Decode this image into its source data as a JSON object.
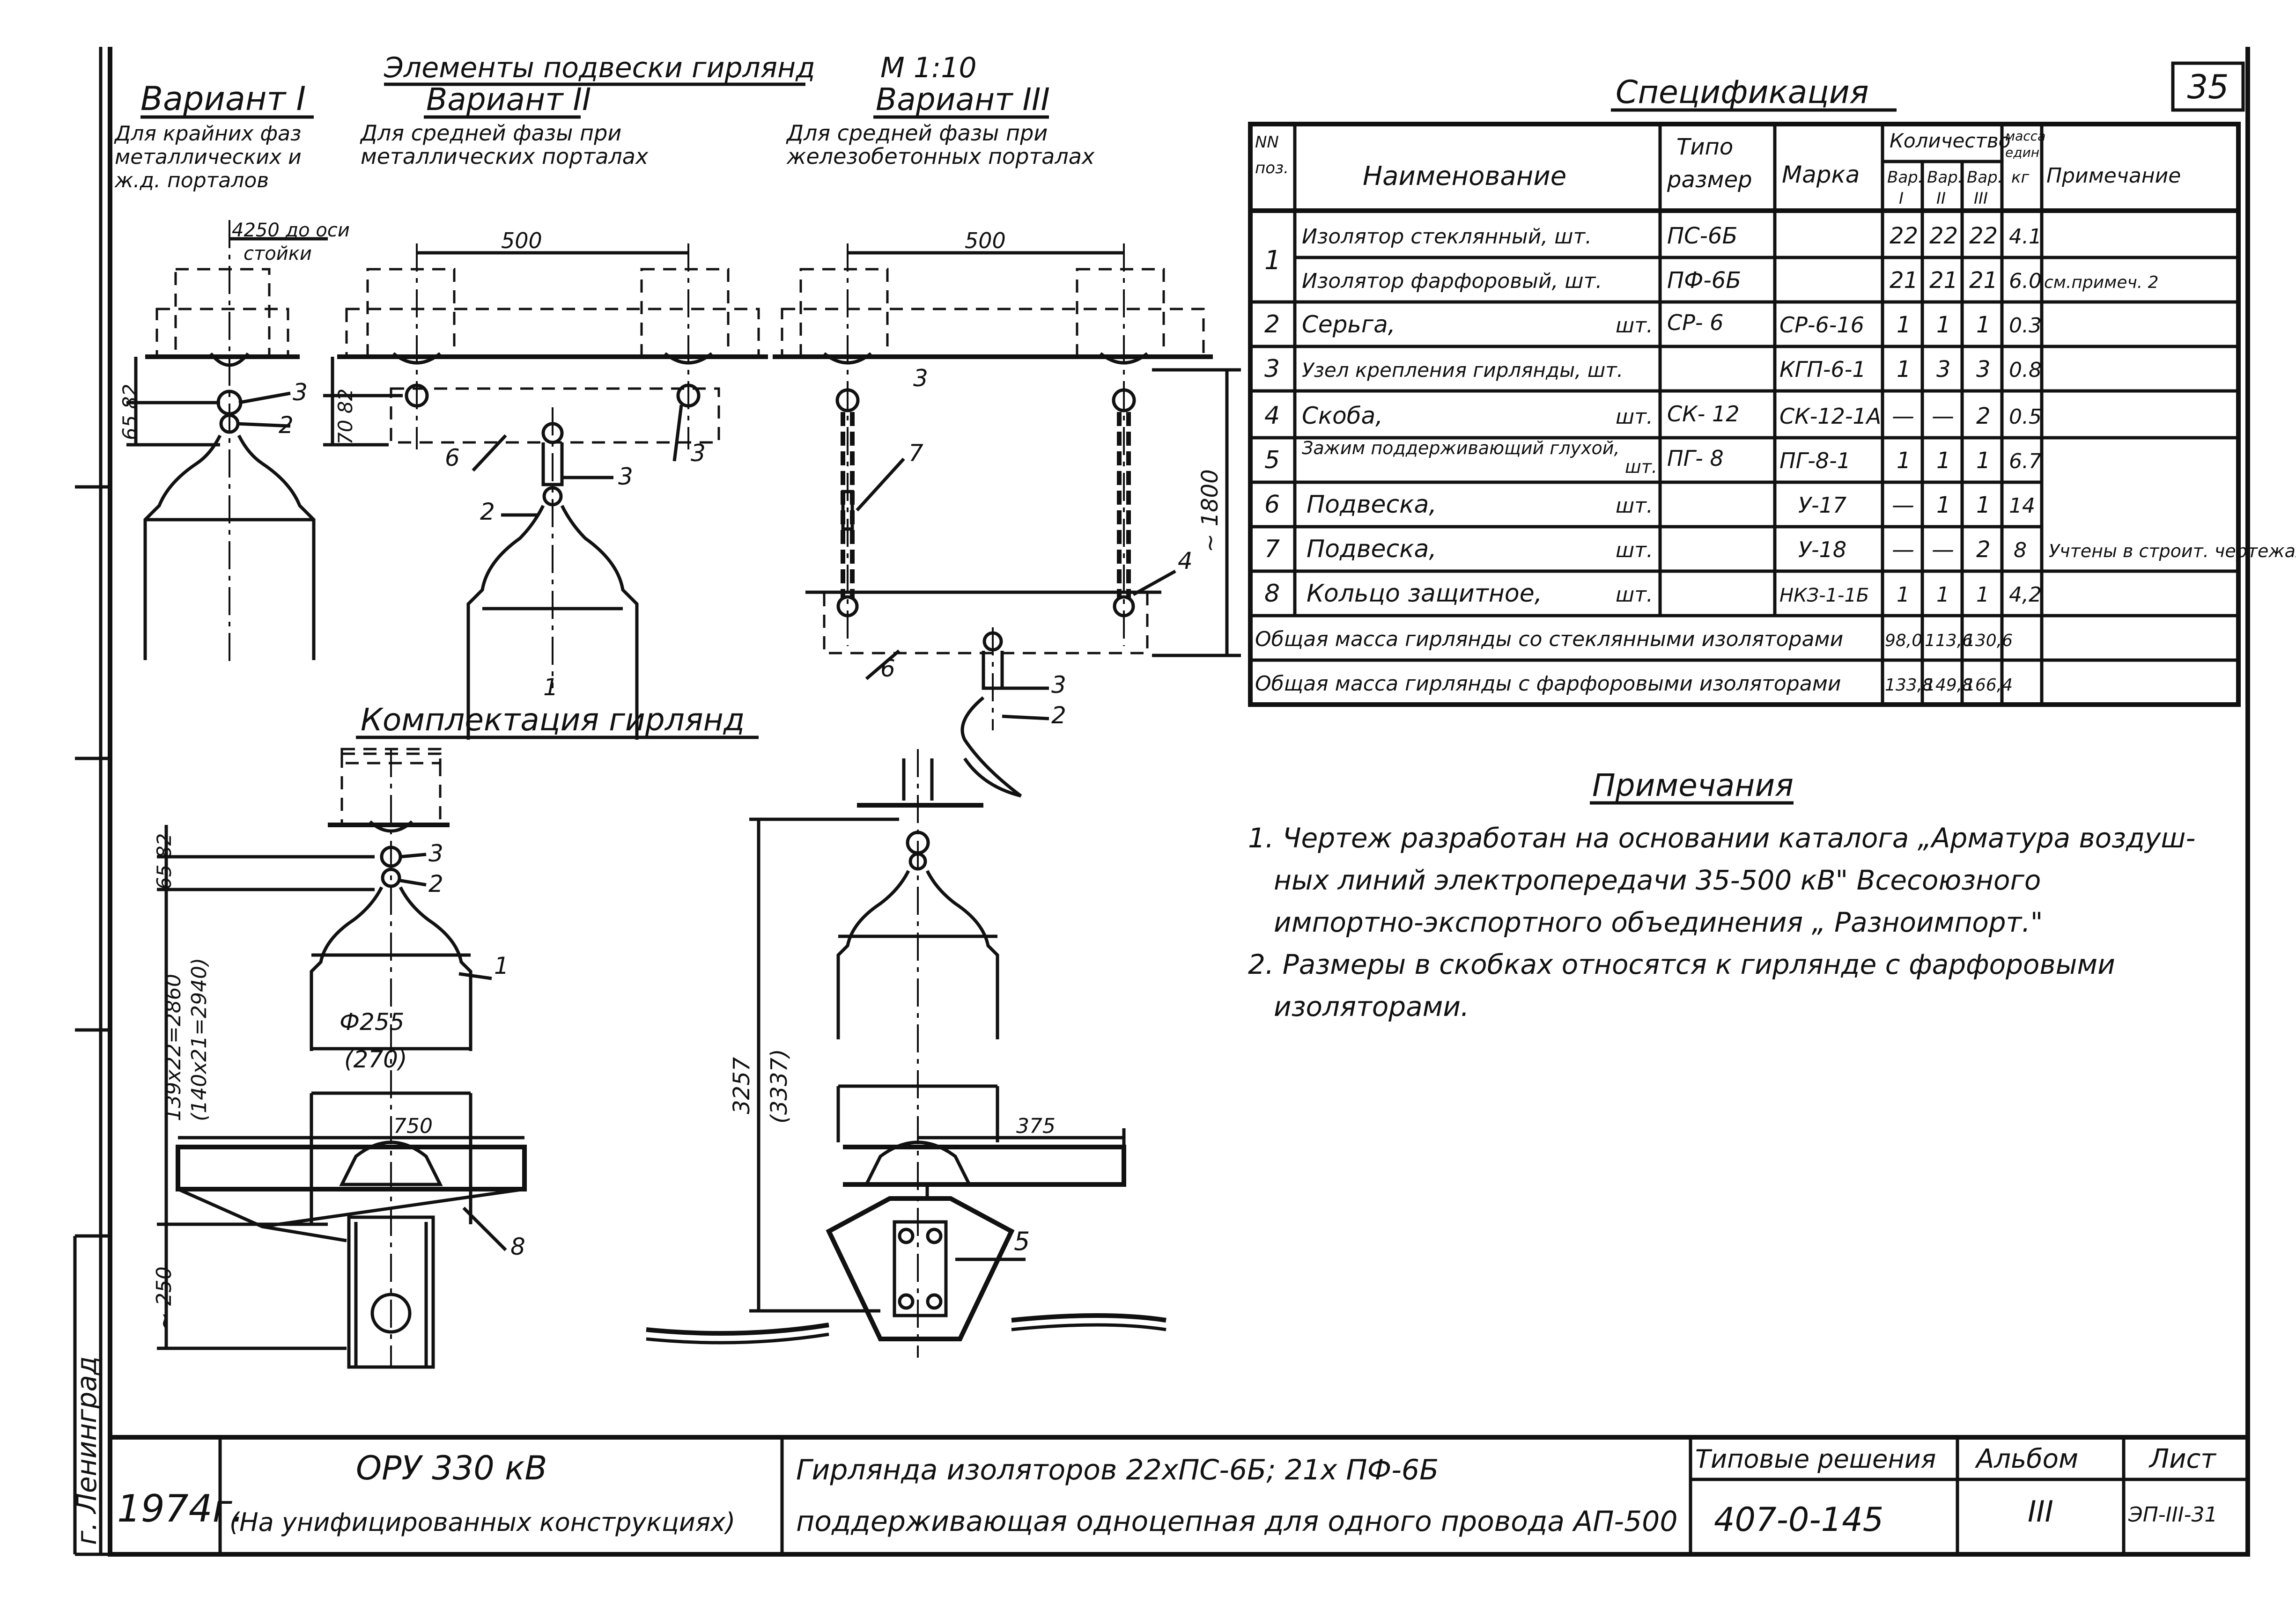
{
  "sheet_number": "35",
  "header": {
    "title": "Элементы подвески гирлянд",
    "scale": "М 1:10",
    "variant1": {
      "name": "Вариант I",
      "desc": [
        "Для крайних фаз",
        "металлических и",
        "ж.д. порталов"
      ]
    },
    "variant2": {
      "name": "Вариант II",
      "desc": [
        "Для средней фазы при",
        "металлических порталах"
      ]
    },
    "variant3": {
      "name": "Вариант III",
      "desc": [
        "Для средней фазы при",
        "железобетонных порталах"
      ]
    }
  },
  "dims": {
    "v1_offset": [
      "4250 до оси",
      "стойки"
    ],
    "v1_vert": "65 82",
    "v2_width": "500",
    "v2_vert": "70 82",
    "v3_width": "500",
    "v3_height": "~ 1800",
    "k1_vert": "65 82",
    "k1_len1": "139х22=2860",
    "k1_len2": "(140х21=2940)",
    "k1_dia": "Ф255",
    "k1_dia2": "(270)",
    "k1_ring": "750",
    "k1_bottom": "~ 250",
    "k2_height": "3257",
    "k2_height2": "(3337)",
    "k2_ring": "375"
  },
  "callouts": {
    "c1": "1",
    "c2": "2",
    "c3": "3",
    "c4": "4",
    "c5": "5",
    "c6": "6",
    "c7": "7",
    "c8": "8"
  },
  "assembly_title": "Комплектация гирлянд",
  "spec": {
    "title": "Спецификация",
    "headers": {
      "nn": [
        "NN",
        "поз."
      ],
      "name": "Наименование",
      "type": [
        "Типо",
        "размер"
      ],
      "mark": "Марка",
      "qty": "Количество",
      "var1": [
        "Вар.",
        "I"
      ],
      "var2": [
        "Вар.",
        "II"
      ],
      "var3": [
        "Вар.",
        "III"
      ],
      "mass": [
        "масса",
        "един.",
        "кг"
      ],
      "note": "Примечание"
    },
    "rows": [
      {
        "pos": "1",
        "name": "Изолятор стеклянный, шт.",
        "type": "ПС-6Б",
        "mark": "",
        "v1": "22",
        "v2": "22",
        "v3": "22",
        "mass": "4.1",
        "note": ""
      },
      {
        "pos": "",
        "name": "Изолятор фарфоровый, шт.",
        "type": "ПФ-6Б",
        "mark": "",
        "v1": "21",
        "v2": "21",
        "v3": "21",
        "mass": "6.0",
        "note": "см.примеч. 2"
      },
      {
        "pos": "2",
        "name": "Серьга,",
        "unit": "шт.",
        "type": "СР- 6",
        "mark": "СР-6-16",
        "v1": "1",
        "v2": "1",
        "v3": "1",
        "mass": "0.3",
        "note": ""
      },
      {
        "pos": "3",
        "name": "Узел крепления гирлянды, шт.",
        "type": "",
        "mark": "КГП-6-1",
        "v1": "1",
        "v2": "3",
        "v3": "3",
        "mass": "0.8",
        "note": ""
      },
      {
        "pos": "4",
        "name": "Скоба,",
        "unit": "шт.",
        "type": "СК- 12",
        "mark": "СК-12-1А",
        "v1": "—",
        "v2": "—",
        "v3": "2",
        "mass": "0.5",
        "note": ""
      },
      {
        "pos": "5",
        "name": "Зажим поддерживающий глухой,",
        "unit": "шт.",
        "type": "ПГ- 8",
        "mark": "ПГ-8-1",
        "v1": "1",
        "v2": "1",
        "v3": "1",
        "mass": "6.7",
        "note": ""
      },
      {
        "pos": "6",
        "name": "Подвеска,",
        "unit": "шт.",
        "type": "",
        "mark": "У-17",
        "v1": "—",
        "v2": "1",
        "v3": "1",
        "mass": "14",
        "note": "Учтены в строит. чертежах"
      },
      {
        "pos": "7",
        "name": "Подвеска,",
        "unit": "шт.",
        "type": "",
        "mark": "У-18",
        "v1": "—",
        "v2": "—",
        "v3": "2",
        "mass": "8",
        "note": ""
      },
      {
        "pos": "8",
        "name": "Кольцо защитное,",
        "unit": "шт.",
        "type": "",
        "mark": "НКЗ-1-1Б",
        "v1": "1",
        "v2": "1",
        "v3": "1",
        "mass": "4,2",
        "note": ""
      }
    ],
    "total_glass": {
      "label": "Общая масса гирлянды со стеклянными изоляторами",
      "v1": "98,0",
      "v2": "113,6",
      "v3": "130,6"
    },
    "total_porc": {
      "label": "Общая масса гирлянды с фарфоровыми изоляторами",
      "v1": "133,8",
      "v2": "149,8",
      "v3": "166,4"
    }
  },
  "notes": {
    "title": "Примечания",
    "lines": [
      "1. Чертеж разработан на основании каталога „Арматура воздуш-",
      "ных линий электропередачи 35-500 кВ\" Всесоюзного",
      "импортно-экспортного объединения „ Разноимпорт.\"",
      "2. Размеры в скобках относятся к гирлянде с фарфоровыми",
      "изоляторами."
    ]
  },
  "title_block": {
    "city": "г. Ленинград",
    "year": "1974г.",
    "object": "ОРУ 330 кВ",
    "object_sub": "(На унифицированных конструкциях)",
    "desc1": "Гирлянда изоляторов 22хПС-6Б; 21х ПФ-6Б",
    "desc2": "поддерживающая одноцепная для одного провода АП-500",
    "series_label": "Типовые решения",
    "series": "407-0-145",
    "album_label": "Альбом",
    "album": "III",
    "sheet_label": "Лист",
    "sheet": "ЭП-III-31"
  }
}
